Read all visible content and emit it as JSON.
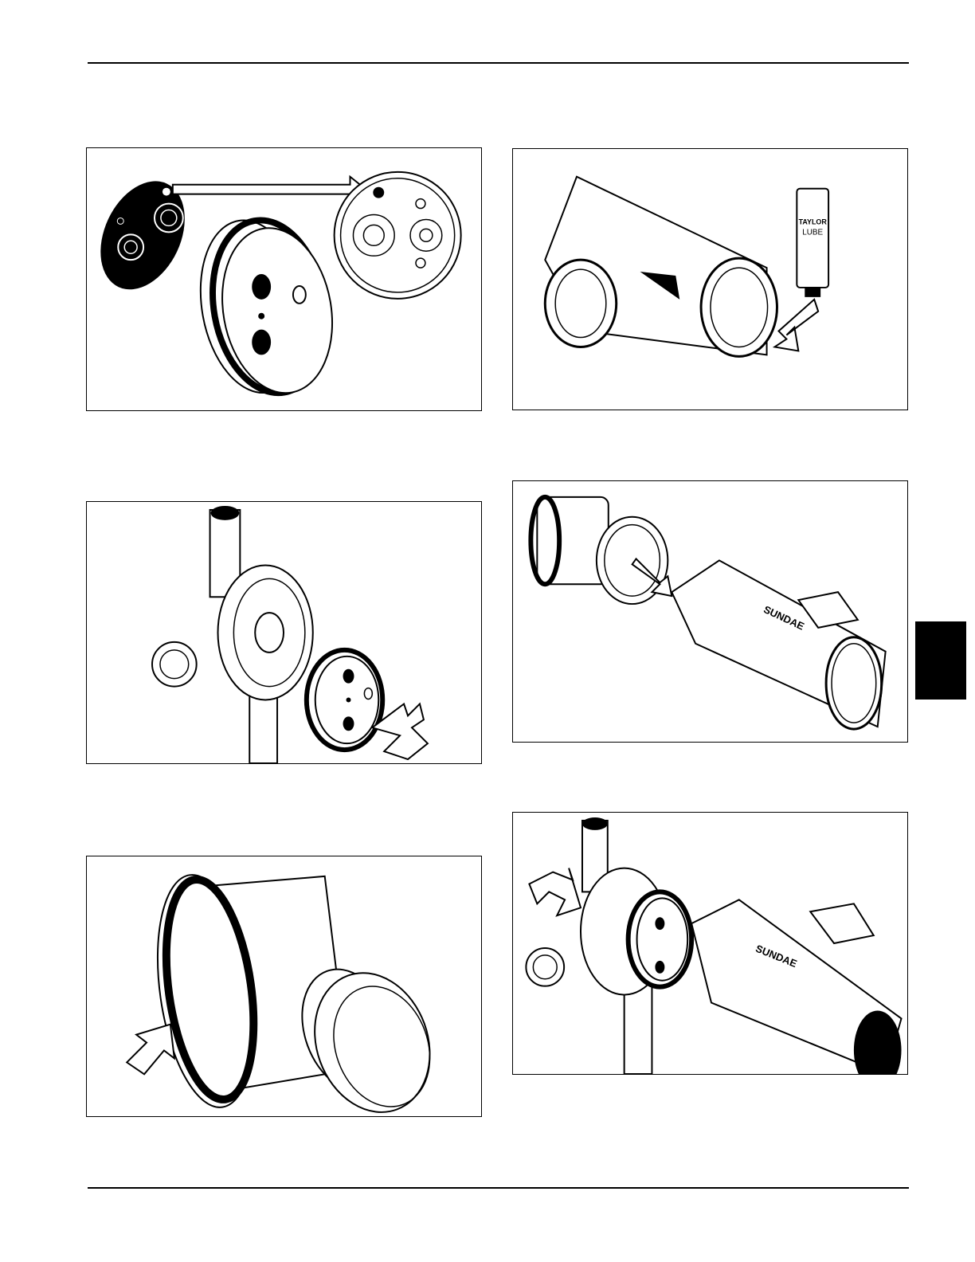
{
  "figures": [
    {
      "id": "fig1",
      "subject": "valve-disk-alignment"
    },
    {
      "id": "fig2",
      "subject": "lubricated-tube",
      "tube_brand": "TAYLOR",
      "tube_label": "LUBE"
    },
    {
      "id": "fig3",
      "subject": "valve-into-housing"
    },
    {
      "id": "fig4",
      "subject": "plunger-into-tube",
      "tube_label": "SUNDAE"
    },
    {
      "id": "fig5",
      "subject": "o-ring-on-valve"
    },
    {
      "id": "fig6",
      "subject": "final-assembly",
      "tube_label": "SUNDAE"
    }
  ],
  "colors": {
    "ink": "#000000",
    "paper": "#ffffff"
  }
}
